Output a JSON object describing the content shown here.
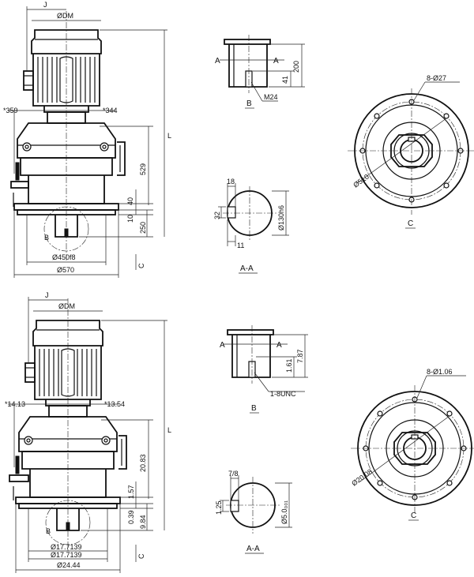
{
  "metric": {
    "dim_j": "J",
    "dim_dm": "ØDM",
    "dim_l": "L",
    "dim_left_offset": "*359",
    "dim_right_offset": "*344",
    "dim_body_height": "529",
    "dim_flange_40": "40",
    "dim_flange_10": "10",
    "dim_shaft_250": "250",
    "dim_spigot": "Ø450f8",
    "dim_base": "Ø570",
    "label_b": "B",
    "label_c": "C",
    "shaft_side": {
      "label_a_left": "A",
      "label_a_right": "A",
      "dim_200": "200",
      "dim_41": "41",
      "thread": "M24",
      "view_label": "B"
    },
    "section": {
      "dim_18": "18",
      "dim_32": "32",
      "dim_11": "11",
      "dim_shaft_dia": "Ø130h6",
      "view_label": "A-A"
    },
    "flange_view": {
      "holes": "8-Ø27",
      "pcd": "Ø510",
      "view_label": "C"
    }
  },
  "imperial": {
    "dim_j": "J",
    "dim_dm": "ØDM",
    "dim_l": "L",
    "dim_left_offset": "*14.13",
    "dim_right_offset": "*13.54",
    "dim_body_height": "20.83",
    "dim_flange_157": "1.57",
    "dim_flange_039": "0.39",
    "dim_shaft_984": "9.84",
    "dim_spigot_1": "Ø17.7139",
    "dim_spigot_2": "Ø17.7139",
    "dim_base": "Ø24.44",
    "label_b": "B",
    "label_c": "C",
    "shaft_side": {
      "label_a_left": "A",
      "label_a_right": "A",
      "dim_787": "7.87",
      "dim_161": "1.61",
      "thread": "1-8UNC",
      "view_label": "B"
    },
    "section": {
      "dim_78": "7/8",
      "dim_125": "1.25",
      "dim_shaft_dia": "Ø5.0₀₀₁",
      "view_label": "A-A"
    },
    "flange_view": {
      "holes": "8-Ø1.06",
      "pcd": "Ø20.08",
      "view_label": "C"
    }
  }
}
